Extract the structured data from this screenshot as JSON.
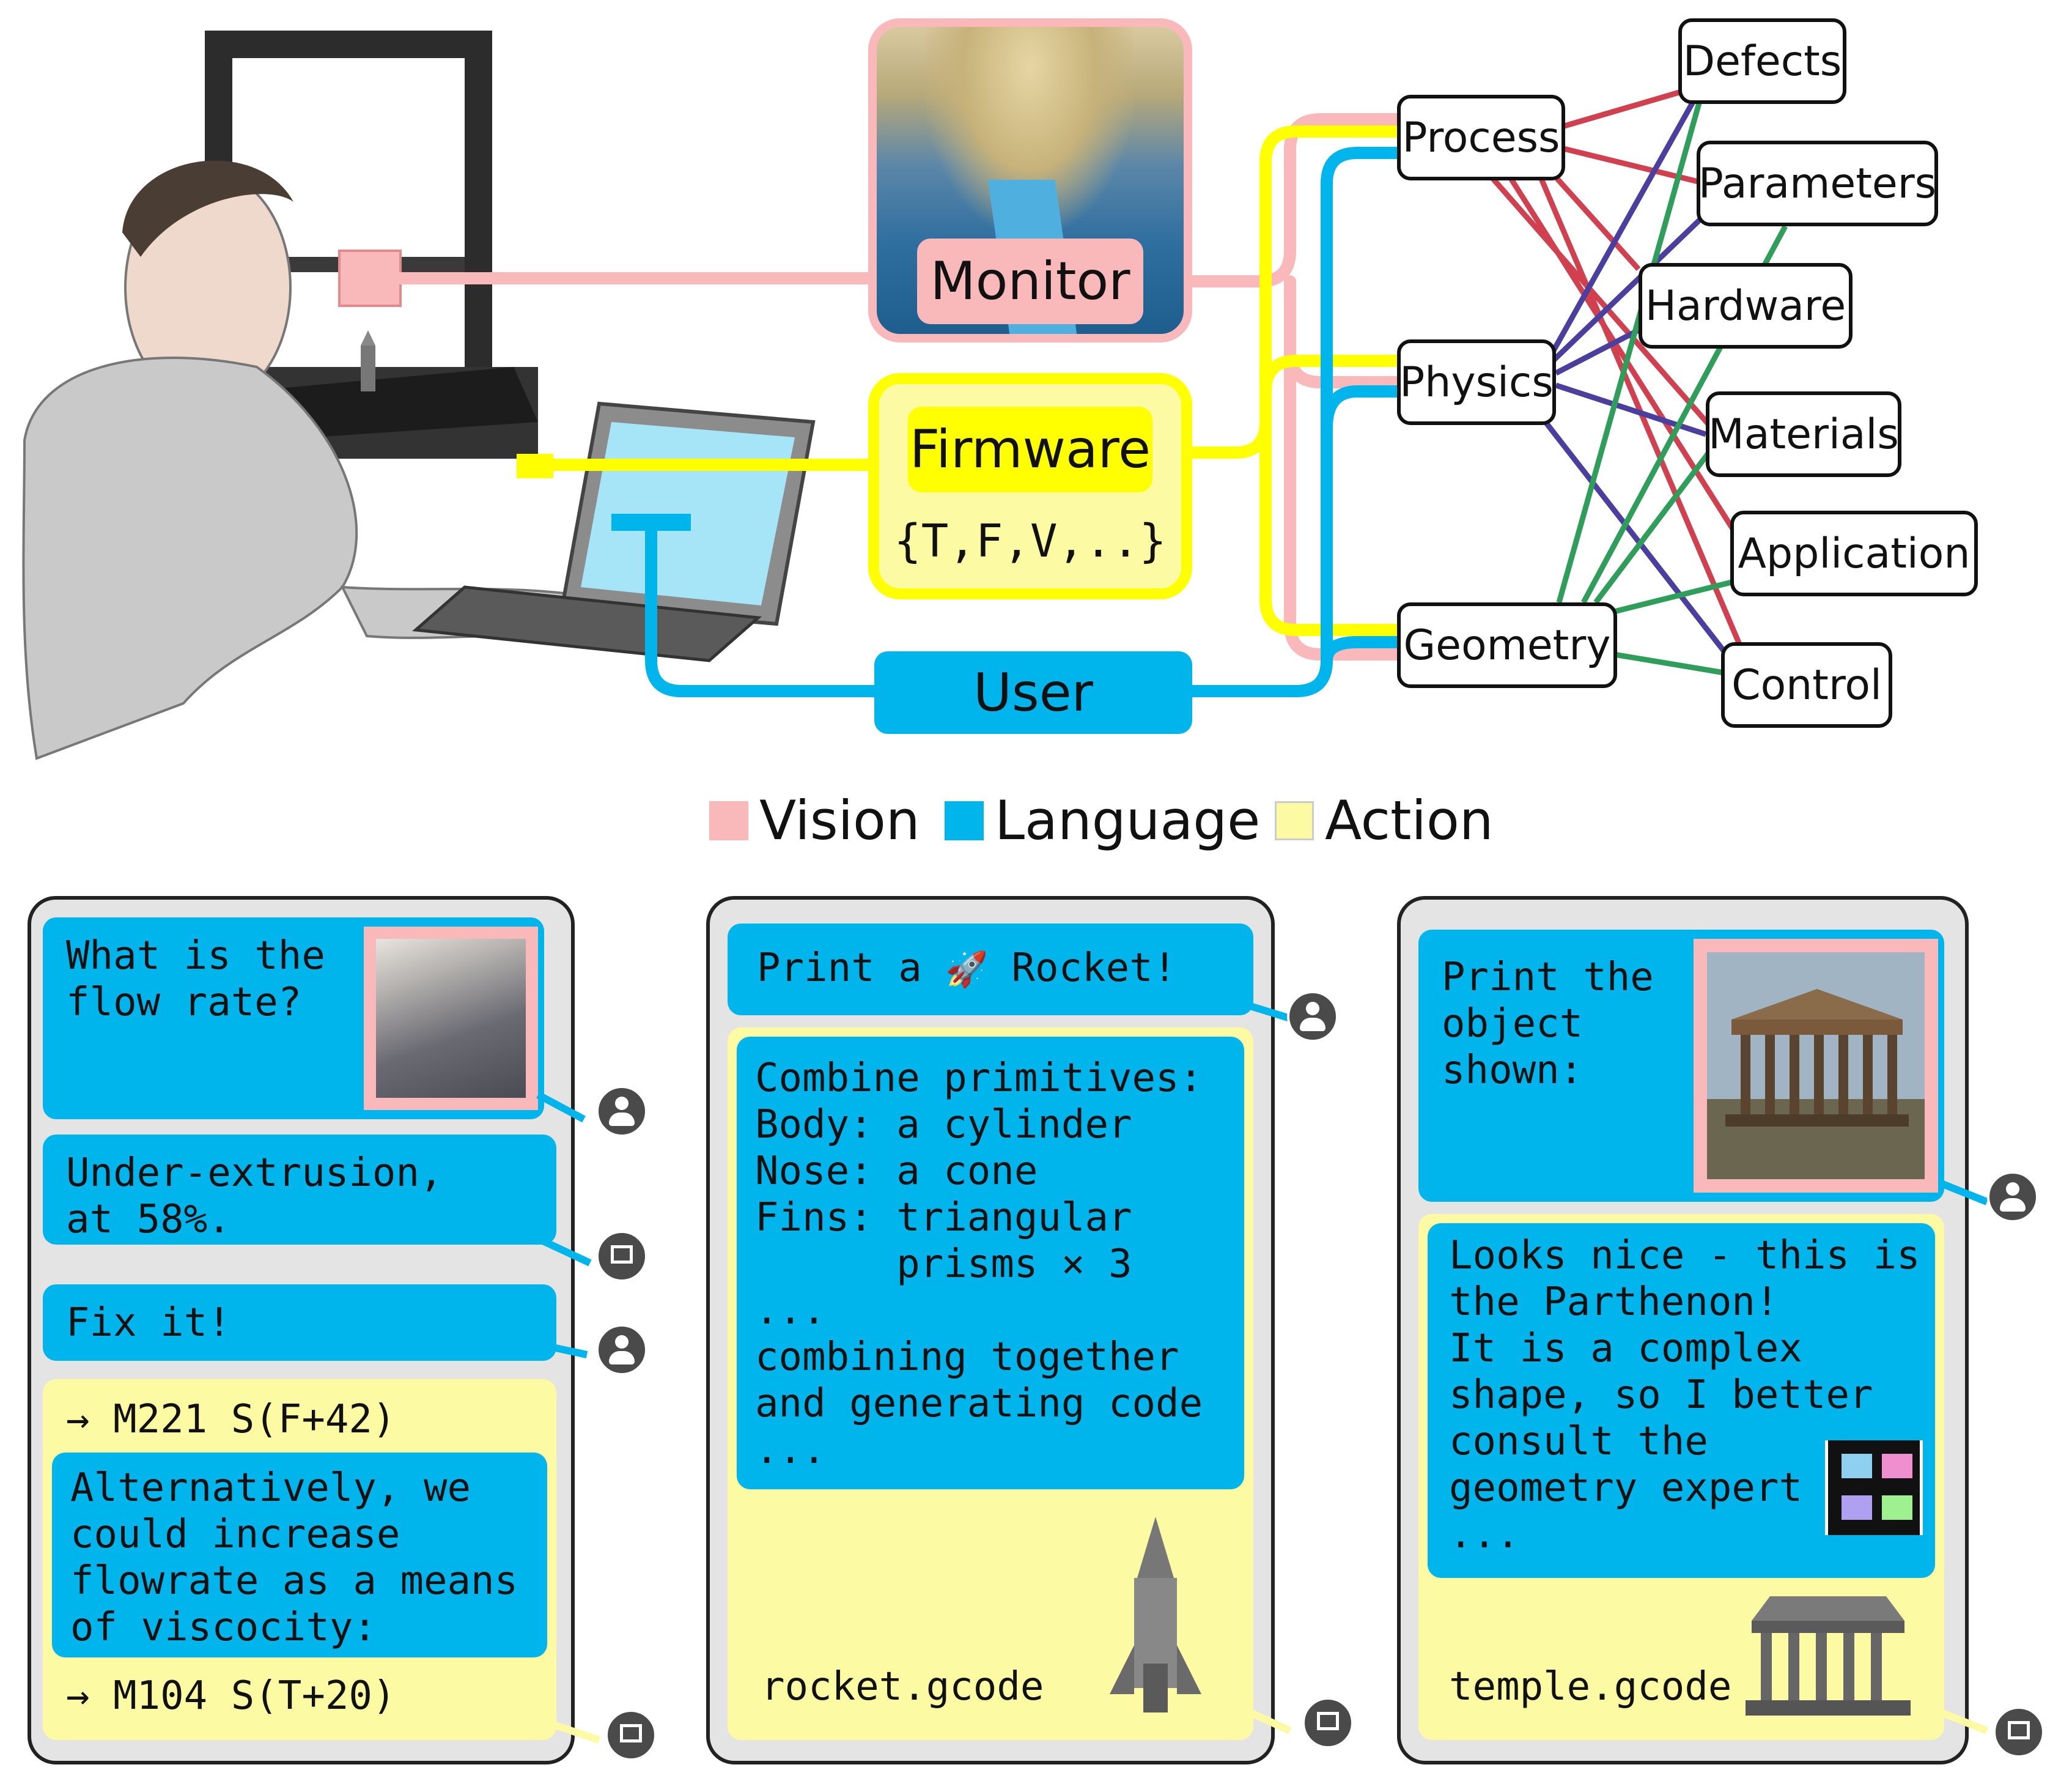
{
  "colors": {
    "vision": "#f9b9bb",
    "language": "#00b4ec",
    "action": "#ffff00",
    "action_light": "#fcfaa3",
    "panel_bg": "#e4e4e4",
    "edge_red": "#d0404e",
    "edge_blue": "#4a3f9e",
    "edge_green": "#2f9e5a"
  },
  "top_diagram": {
    "monitor_label": "Monitor",
    "firmware_label": "Firmware",
    "firmware_params": "{T,F,V,..}",
    "user_label": "User",
    "left_nodes": [
      "Process",
      "Physics",
      "Geometry"
    ],
    "right_nodes": [
      "Defects",
      "Parameters",
      "Hardware",
      "Materials",
      "Application",
      "Control"
    ]
  },
  "legend": [
    {
      "label": "Vision",
      "color": "#f9b9bb"
    },
    {
      "label": "Language",
      "color": "#00b4ec"
    },
    {
      "label": "Action",
      "color": "#fcfaa3"
    }
  ],
  "panels": [
    {
      "user_q1": "What is the\nflow rate?",
      "bot_a1": "Under-extrusion,\nat 58%.",
      "user_q2": "Fix it!",
      "action_cmd1": "→ M221 S(F+42)",
      "bot_alt": "Alternatively, we\ncould increase\nflowrate as a means\nof viscocity:",
      "action_cmd2": "→ M104 S(T+20)"
    },
    {
      "user_prompt_pre": "Print a ",
      "rocket_emoji": "🚀",
      "user_prompt_post": " Rocket!",
      "bot_plan": "Combine primitives:\nBody: a cylinder\nNose: a cone\nFins: triangular\n      prisms × 3\n...\ncombining together\nand generating code\n...",
      "output_file": "rocket.gcode"
    },
    {
      "user_prompt": "Print the\nobject\nshown:",
      "bot_reply": "Looks nice - this is\nthe Parthenon!\nIt is a complex\nshape, so I better\nconsult the\ngeometry expert\n...",
      "output_file": "temple.gcode"
    }
  ]
}
